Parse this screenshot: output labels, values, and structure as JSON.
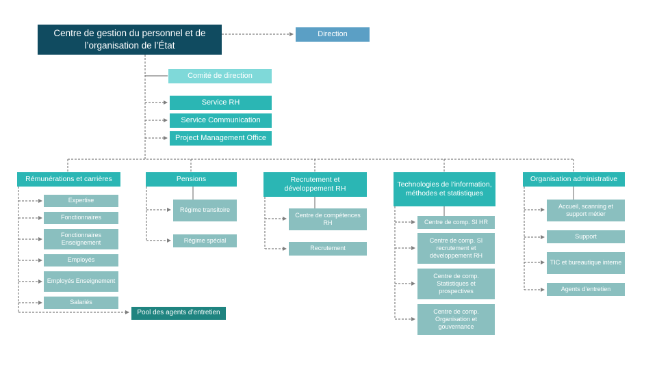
{
  "root": "Centre de gestion du personnel et de l’organisation de l’État",
  "direction": "Direction",
  "comite": "Comité de direction",
  "services": [
    "Service RH",
    "Service Communication",
    "Project Management Office"
  ],
  "divisions": {
    "remunerations": {
      "title": "Rémunérations et carrières",
      "items": [
        "Expertise",
        "Fonctionnaires",
        "Fonctionnaires Enseignement",
        "Employés",
        "Employés Enseignement",
        "Salariés"
      ]
    },
    "pool": "Pool des agents d’entretien",
    "pensions": {
      "title": "Pensions",
      "items": [
        "Régime transitoire",
        "Régime spécial"
      ]
    },
    "recrutement": {
      "title": "Recrutement et développement RH",
      "items": [
        "Centre de compétences RH",
        "Recrutement"
      ]
    },
    "technologies": {
      "title": "Technologies de l’information, méthodes et statistiques",
      "items": [
        "Centre de comp. SI HR",
        "Centre de comp. SI recrutement et développement RH",
        "Centre de comp. Statistiques et prospectives",
        "Centre de comp. Organisation et gouvernance"
      ]
    },
    "organisation": {
      "title": "Organisation administrative",
      "items": [
        "Accueil, scanning et support métier",
        "Support",
        "TIC et bureautique interne",
        "Agents d’entretien"
      ]
    }
  },
  "colors": {
    "root": "#104b60",
    "direction": "#5b9fc5",
    "comite": "#7fd9d9",
    "teal": "#2bb6b4",
    "sub": "#8abfbf",
    "pool": "#1f8480",
    "connector": "#7f7f7f"
  }
}
